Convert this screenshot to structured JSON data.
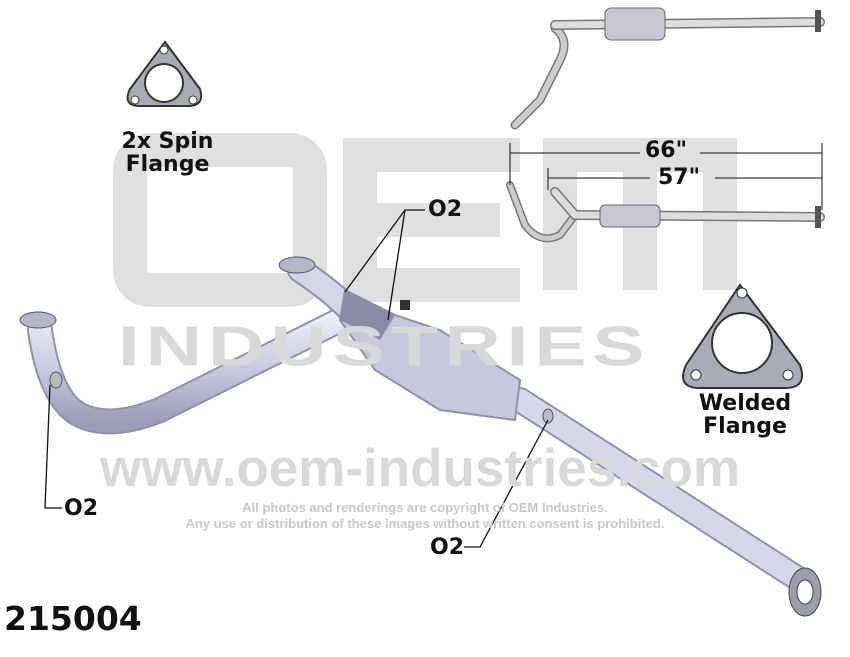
{
  "watermark": {
    "brand_top": "OEM",
    "brand_bottom": "INDUSTRIES",
    "url": "www.oem-industries.com",
    "copyright_line1": "All photos and renderings are copyright of OEM Industries.",
    "copyright_line2": "Any use or distribution of these images without written consent is prohibited."
  },
  "labels": {
    "spin_flange": "2x Spin Flange",
    "welded_flange": "Welded Flange",
    "o2_top": "O2",
    "o2_left": "O2",
    "o2_bottom": "O2",
    "dim_overall": "66\"",
    "dim_inner": "57\"",
    "part_number": "215004"
  },
  "colors": {
    "pipe": "#c9cbe0",
    "pipe_dark": "#9a9cb8",
    "flange": "#8d8f9c",
    "watermark": "#d9d9d9"
  }
}
